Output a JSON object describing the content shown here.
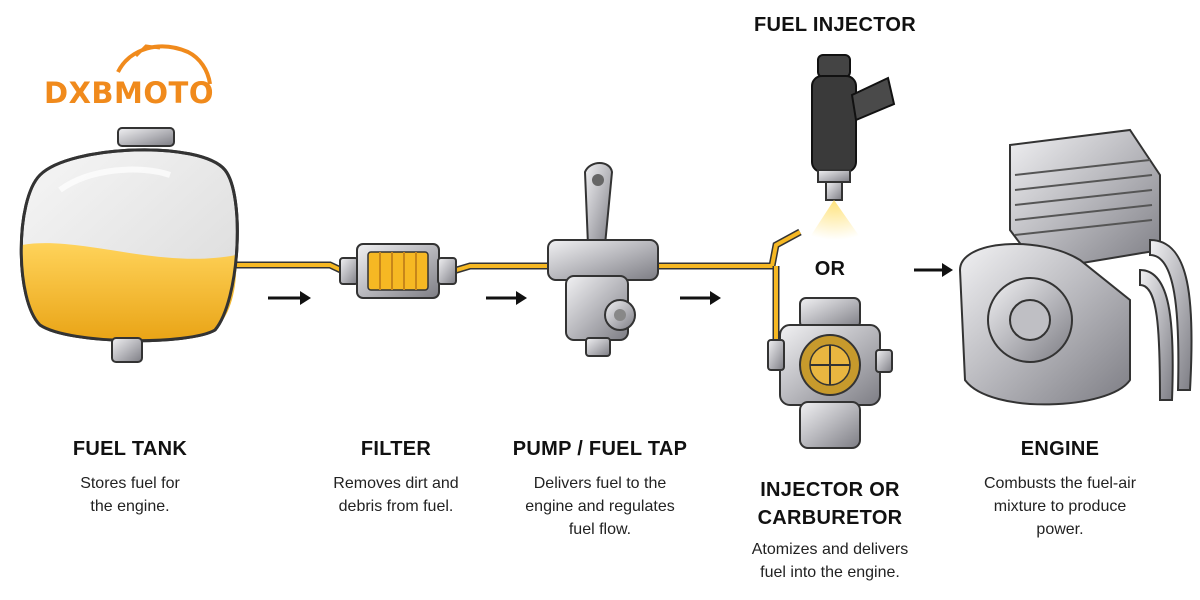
{
  "logo": {
    "text": "DXBMOTO",
    "color": "#f08a1c"
  },
  "colors": {
    "fuel": "#f6b823",
    "metal": "#c9c9cc",
    "ink": "#111111"
  },
  "stages": [
    {
      "title": "FUEL TANK",
      "description_lines": [
        "Stores fuel for",
        "the engine."
      ]
    },
    {
      "title": "FILTER",
      "description_lines": [
        "Removes dirt and",
        "debris from fuel."
      ]
    },
    {
      "title": "PUMP / FUEL TAP",
      "description_lines": [
        "Delivers fuel to the",
        "engine and regulates",
        "fuel flow."
      ]
    },
    {
      "title_lines": [
        "INJECTOR OR",
        "CARBURETOR"
      ],
      "description_lines": [
        "Atomizes and delivers",
        "fuel into the engine."
      ]
    },
    {
      "title": "ENGINE",
      "description_lines": [
        "Combusts the fuel-air",
        "mixture to produce",
        "power."
      ]
    }
  ],
  "injector_label": "FUEL INJECTOR",
  "or_label": "OR",
  "icons": [
    "fuel-tank-icon",
    "filter-icon",
    "fuel-tap-icon",
    "fuel-injector-icon",
    "carburetor-icon",
    "engine-icon",
    "arrow-right-icon"
  ]
}
